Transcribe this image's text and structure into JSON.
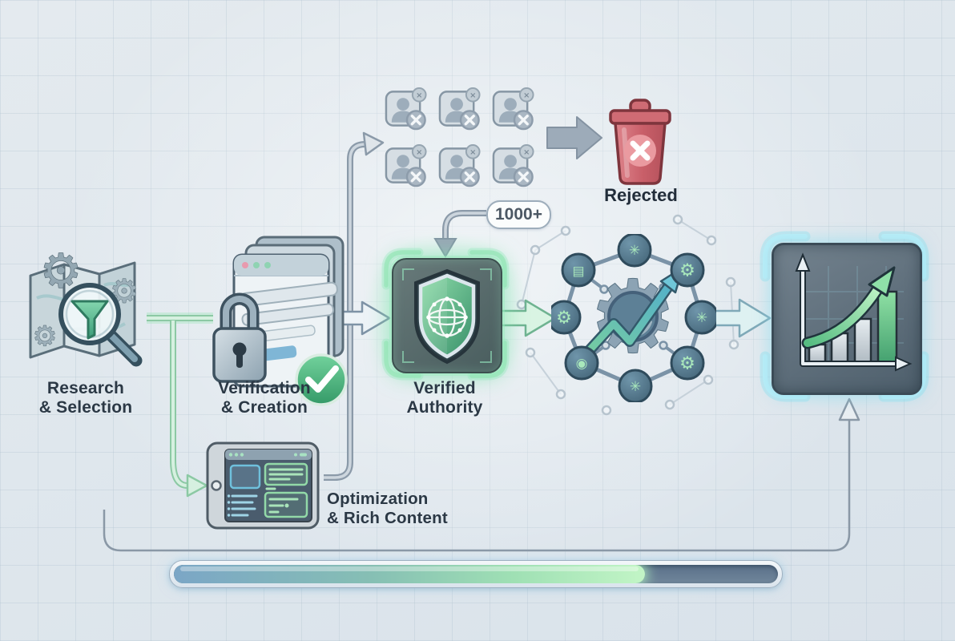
{
  "stages": {
    "research": {
      "label_line1": "Research",
      "label_line2": "& Selection"
    },
    "verification": {
      "label_line1": "Verification",
      "label_line2": "& Creation"
    },
    "authority": {
      "label_line1": "Verified",
      "label_line2": "Authority"
    },
    "optimization": {
      "label_line1": "Optimization",
      "label_line2": "& Rich Content"
    }
  },
  "rejection": {
    "label": "Rejected",
    "count_badge": "1000+",
    "profile_count": 6
  },
  "progress": {
    "percent": 78
  },
  "icons": {
    "research": "map-magnifier-filter-icon",
    "verification": "browser-stack-lock-check-icon",
    "authority": "shield-globe-icon",
    "network": "gear-network-growth-icon",
    "growth": "bar-chart-rising-arrow-icon",
    "rejected_profile": "user-x-badge-icon",
    "trash": "red-trash-x-icon",
    "optimization": "tablet-content-icon"
  },
  "colors": {
    "accent_green": "#7fd0a0",
    "accent_cyan": "#7fd4de",
    "reject_red": "#c9606a",
    "pipe_gray": "#8b9aa9",
    "label_text": "#2b3845",
    "panel_dark": "#4e5f6c"
  }
}
